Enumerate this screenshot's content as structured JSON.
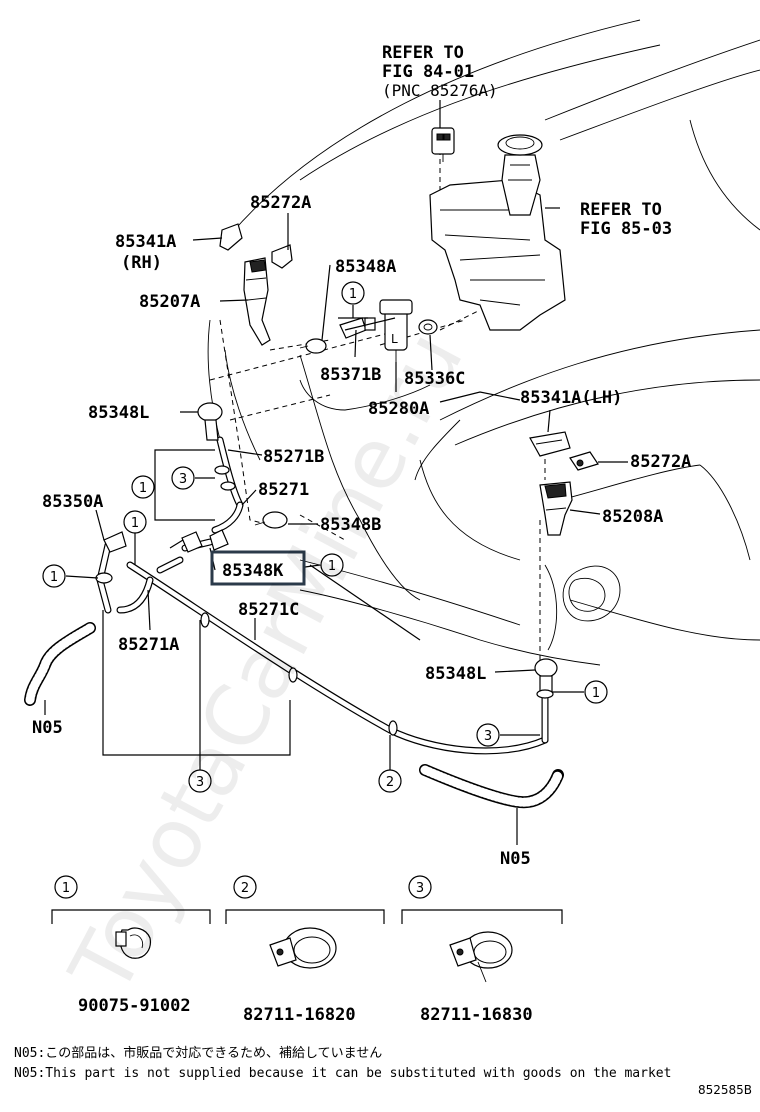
{
  "refs": {
    "fig84_line1": "REFER TO",
    "fig84_line2": "FIG 84-01",
    "fig84_line3": "(PNC 85276A)",
    "fig85_line1": "REFER TO",
    "fig85_line2": "FIG 85-03"
  },
  "labels": {
    "p85272A_top": "85272A",
    "p85341A_rh": "85341A",
    "rh": "(RH)",
    "p85348A": "85348A",
    "p85207A": "85207A",
    "p85371B": "85371B",
    "p85336C": "85336C",
    "p85280A": "85280A",
    "p85341A_lh": "85341A(LH)",
    "p85348L_top": "85348L",
    "p85271B": "85271B",
    "p85272A_right": "85272A",
    "p85271": "85271",
    "p85350A": "85350A",
    "p85348B": "85348B",
    "p85208A": "85208A",
    "p85348K": "85348K",
    "p85271C": "85271C",
    "p85271A": "85271A",
    "p85348L_bottom": "85348L",
    "n05_left": "N05",
    "n05_right": "N05"
  },
  "callouts": {
    "c1": "1",
    "c2": "2",
    "c3": "3"
  },
  "legend": {
    "items": [
      {
        "number": "1",
        "part": "90075-91002"
      },
      {
        "number": "2",
        "part": "82711-16820"
      },
      {
        "number": "3",
        "part": "82711-16830"
      }
    ]
  },
  "notes": {
    "jp": "N05:この部品は、市販品で対応できるため、補給していません",
    "en": "N05:This part is not supplied because it can be substituted with goods on the market"
  },
  "figure_code": "852585B",
  "watermark": "ToyotaCarMine.ru"
}
